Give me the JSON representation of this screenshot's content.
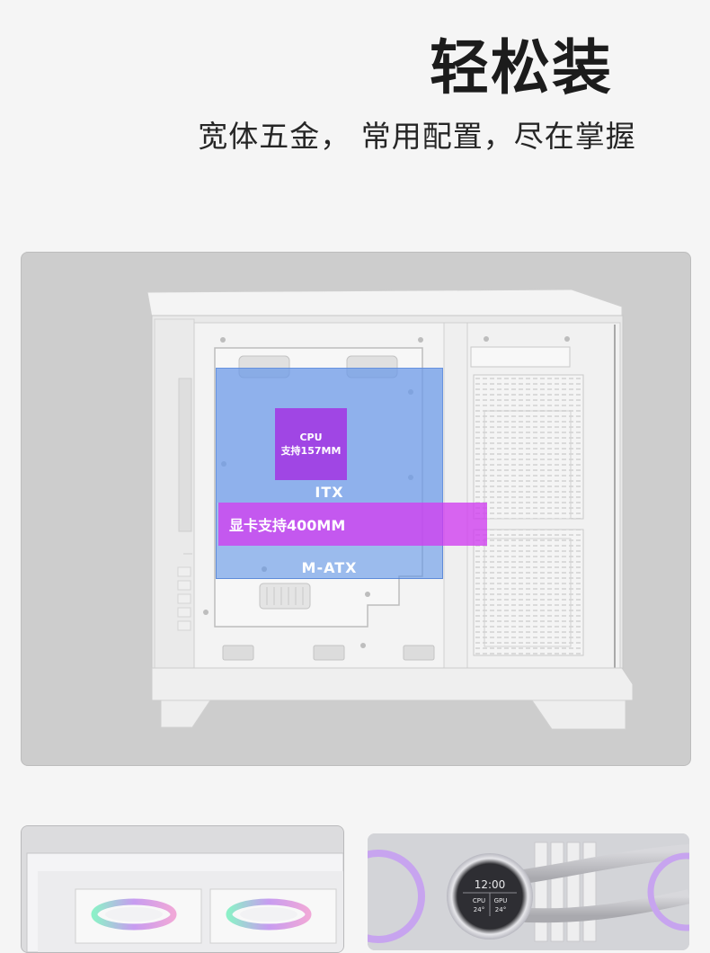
{
  "header": {
    "title": "轻松装",
    "subtitle": "宽体五金， 常用配置，尽在掌握"
  },
  "diagram": {
    "cpu_label": "CPU",
    "cpu_support": "支持157MM",
    "itx_label": "ITX",
    "gpu_support": "显卡支持400MM",
    "matx_label": "M-ATX"
  },
  "cooler_display": {
    "time": "12:00",
    "cpu_label": "CPU",
    "cpu_temp": "24°",
    "gpu_label": "GPU",
    "gpu_temp": "24°"
  },
  "colors": {
    "background": "#f5f5f5",
    "matx_overlay": "#6296e6",
    "cpu_overlay": "#a046e4",
    "gpu_overlay": "#d03cf0"
  }
}
